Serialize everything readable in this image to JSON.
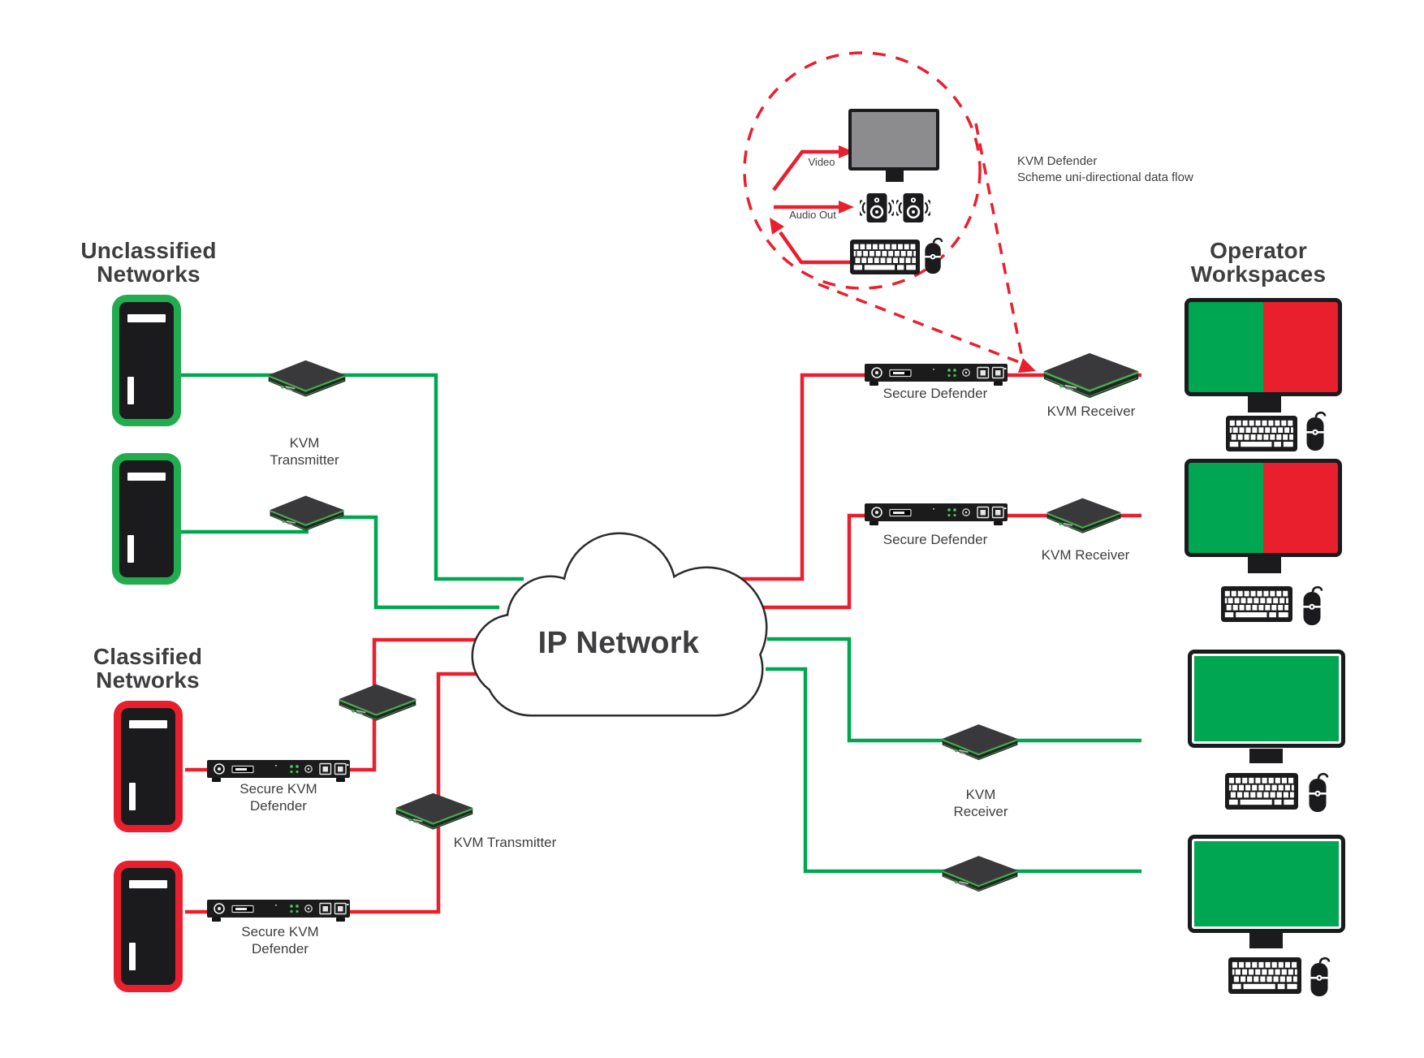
{
  "colors": {
    "line_red": "#EA1F2E",
    "line_green": "#00A651",
    "device_dark": "#1B1B1D",
    "device_green_accent": "#3DB54A",
    "screen_gray": "#8C8C8E",
    "text": "#3E3E40"
  },
  "titles": {
    "unclassified": [
      "Unclassified",
      "Networks"
    ],
    "classified": [
      "Classified",
      "Networks"
    ],
    "operator": [
      "Operator",
      "Workspaces"
    ]
  },
  "cloud": {
    "label": "IP Network"
  },
  "bubble": {
    "title": [
      "KVM Defender",
      "Scheme uni-directional data flow"
    ],
    "video_label": "Video",
    "audio_label": "Audio Out"
  },
  "devices": {
    "kvm_transmitter_pair_label": [
      "KVM",
      "Transmitter"
    ],
    "kvm_transmitter_single_label": "KVM Transmitter",
    "secure_kvm_defender_label": [
      "Secure KVM",
      "Defender"
    ],
    "secure_defender_label": "Secure Defender",
    "kvm_receiver_label": "KVM Receiver",
    "kvm_receiver_stacked_label": [
      "KVM",
      "Receiver"
    ]
  }
}
